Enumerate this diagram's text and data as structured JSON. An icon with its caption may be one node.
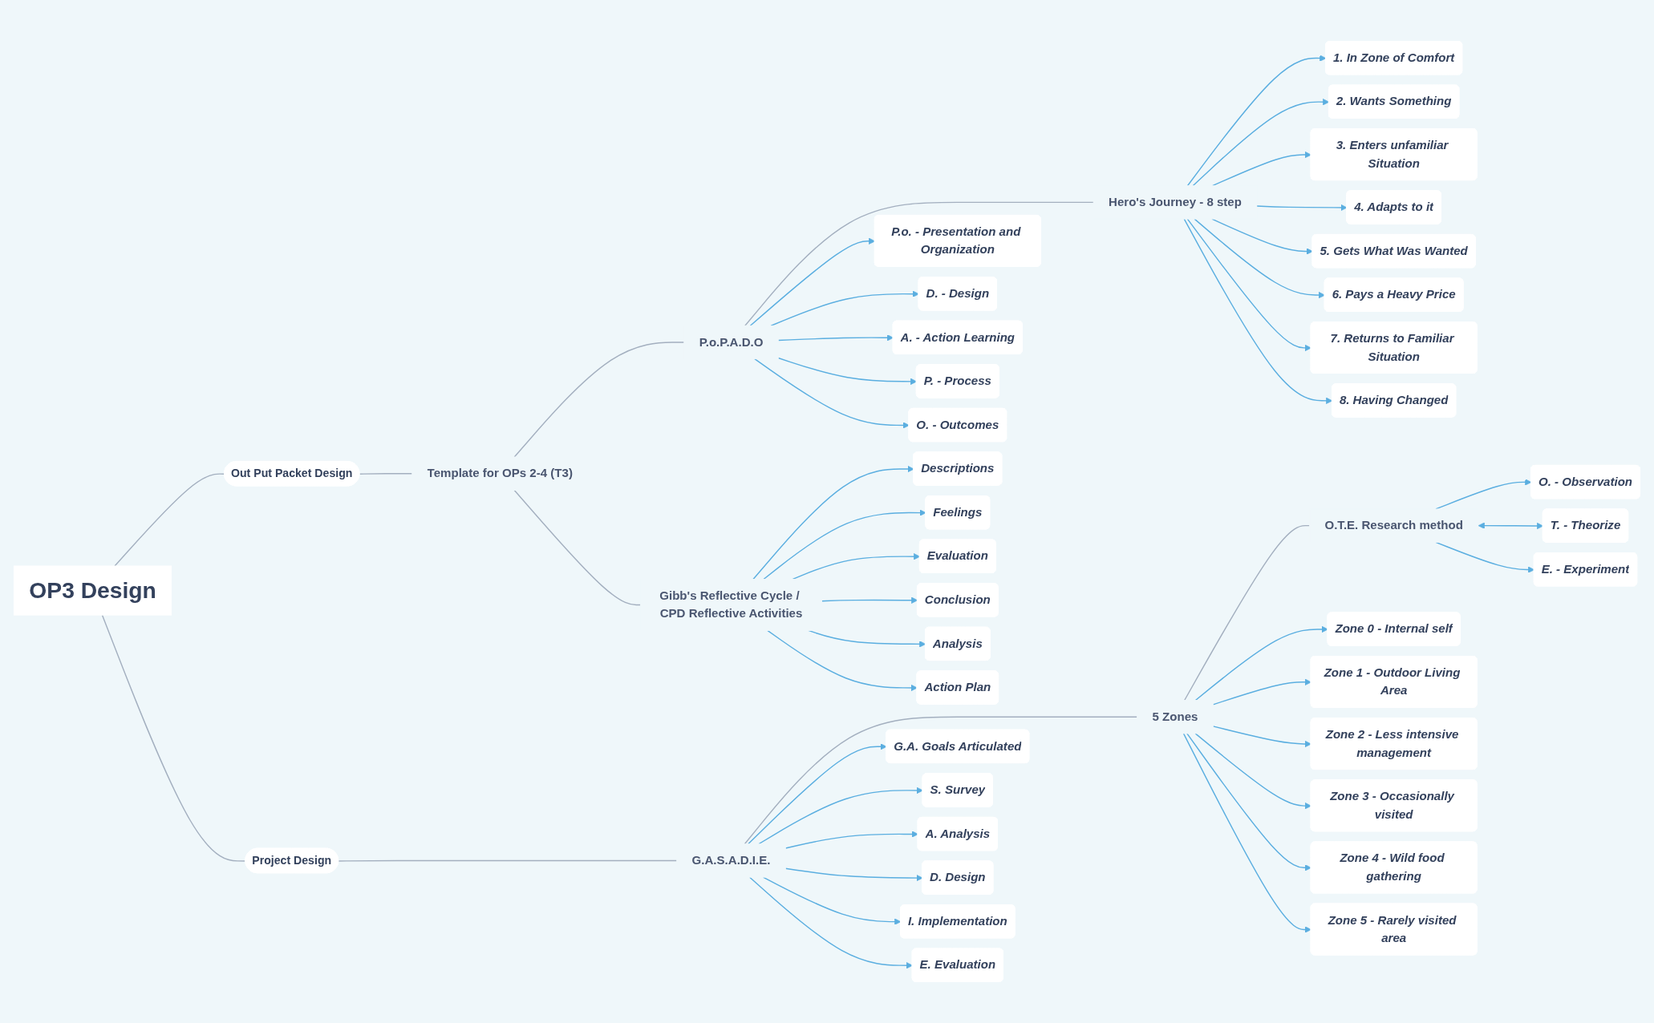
{
  "diagram": {
    "nodes": [
      {
        "text": [
          "OP3 Design"
        ]
      },
      {
        "text": [
          "Out Put Packet Design"
        ]
      },
      {
        "text": [
          "Project Design"
        ]
      },
      {
        "text": [
          "Template for OPs 2-4 (T3)"
        ]
      },
      {
        "text": [
          "P.o.P.A.D.O"
        ]
      },
      {
        "text": [
          "Gibb's Reflective Cycle / CPD Reflective Activities"
        ]
      },
      {
        "text": [
          "Hero's Journey - 8 step"
        ]
      },
      {
        "text": [
          "P.o. - Presentation and Organization"
        ]
      },
      {
        "text": [
          "D. - Design"
        ]
      },
      {
        "text": [
          "A. - Action Learning"
        ]
      },
      {
        "text": [
          "P. - Process"
        ]
      },
      {
        "text": [
          "O. - Outcomes"
        ]
      },
      {
        "text": [
          "1. In Zone of Comfort"
        ]
      },
      {
        "text": [
          "2. Wants Something"
        ]
      },
      {
        "text": [
          "3. Enters unfamiliar Situation"
        ]
      },
      {
        "text": [
          "4. Adapts to it"
        ]
      },
      {
        "text": [
          "5. Gets What Was Wanted"
        ]
      },
      {
        "text": [
          "6. Pays a Heavy Price"
        ]
      },
      {
        "text": [
          "7. Returns to Familiar Situation"
        ]
      },
      {
        "text": [
          "8. Having Changed"
        ]
      },
      {
        "text": [
          "Descriptions"
        ]
      },
      {
        "text": [
          "Feelings"
        ]
      },
      {
        "text": [
          "Evaluation"
        ]
      },
      {
        "text": [
          "Conclusion"
        ]
      },
      {
        "text": [
          "Analysis"
        ]
      },
      {
        "text": [
          "Action Plan"
        ]
      },
      {
        "text": [
          "G.A.S.A.D.I.E."
        ]
      },
      {
        "text": [
          "5 Zones"
        ]
      },
      {
        "text": [
          "O.T.E. Research method"
        ]
      },
      {
        "text": [
          "G.A. Goals Articulated"
        ]
      },
      {
        "text": [
          "S. Survey"
        ]
      },
      {
        "text": [
          "A. Analysis"
        ]
      },
      {
        "text": [
          "D. Design"
        ]
      },
      {
        "text": [
          "I. Implementation"
        ]
      },
      {
        "text": [
          "E. Evaluation"
        ]
      },
      {
        "text": [
          "Zone 0 - Internal self"
        ]
      },
      {
        "text": [
          "Zone 1 - Outdoor Living Area"
        ]
      },
      {
        "text": [
          "Zone 2 - Less intensive management"
        ]
      },
      {
        "text": [
          "Zone 3 - Occasionally visited"
        ]
      },
      {
        "text": [
          "Zone 4 - Wild food gathering"
        ]
      },
      {
        "text": [
          "Zone 5 - Rarely visited area"
        ]
      },
      {
        "text": [
          "O. - Observation"
        ]
      },
      {
        "text": [
          "T. - Theorize"
        ]
      },
      {
        "text": [
          "E. - Experiment"
        ]
      }
    ],
    "edges": [
      {
        "from": 0,
        "to": 1,
        "arrow": "none",
        "color": "#a3afbf"
      },
      {
        "from": 0,
        "to": 2,
        "arrow": "none",
        "color": "#a3afbf"
      },
      {
        "from": 1,
        "to": 3,
        "arrow": "none",
        "color": "#a3afbf"
      },
      {
        "from": 3,
        "to": 4,
        "arrow": "none",
        "color": "#a3afbf"
      },
      {
        "from": 3,
        "to": 5,
        "arrow": "none",
        "color": "#a3afbf"
      },
      {
        "from": 4,
        "to": 6,
        "arrow": "none",
        "color": "#a3afbf"
      },
      {
        "from": 4,
        "to": 7,
        "arrow": "to"
      },
      {
        "from": 4,
        "to": 8,
        "arrow": "to"
      },
      {
        "from": 4,
        "to": 9,
        "arrow": "to"
      },
      {
        "from": 4,
        "to": 10,
        "arrow": "to"
      },
      {
        "from": 4,
        "to": 11,
        "arrow": "to"
      },
      {
        "from": 6,
        "to": 12,
        "arrow": "to"
      },
      {
        "from": 6,
        "to": 13,
        "arrow": "to"
      },
      {
        "from": 6,
        "to": 14,
        "arrow": "to"
      },
      {
        "from": 6,
        "to": 15,
        "arrow": "to"
      },
      {
        "from": 6,
        "to": 16,
        "arrow": "to"
      },
      {
        "from": 6,
        "to": 17,
        "arrow": "to"
      },
      {
        "from": 6,
        "to": 18,
        "arrow": "to"
      },
      {
        "from": 6,
        "to": 19,
        "arrow": "to"
      },
      {
        "from": 5,
        "to": 20,
        "arrow": "to"
      },
      {
        "from": 5,
        "to": 21,
        "arrow": "to"
      },
      {
        "from": 5,
        "to": 22,
        "arrow": "to"
      },
      {
        "from": 5,
        "to": 23,
        "arrow": "to"
      },
      {
        "from": 5,
        "to": 24,
        "arrow": "to"
      },
      {
        "from": 5,
        "to": 25,
        "arrow": "to"
      },
      {
        "from": 2,
        "to": 26,
        "arrow": "none",
        "color": "#a3afbf"
      },
      {
        "from": 26,
        "to": 27,
        "arrow": "none",
        "color": "#a3afbf"
      },
      {
        "from": 27,
        "to": 28,
        "arrow": "none",
        "color": "#a3afbf"
      },
      {
        "from": 26,
        "to": 29,
        "arrow": "to"
      },
      {
        "from": 26,
        "to": 30,
        "arrow": "to"
      },
      {
        "from": 26,
        "to": 31,
        "arrow": "to"
      },
      {
        "from": 26,
        "to": 32,
        "arrow": "to"
      },
      {
        "from": 26,
        "to": 33,
        "arrow": "to"
      },
      {
        "from": 26,
        "to": 34,
        "arrow": "to"
      },
      {
        "from": 27,
        "to": 35,
        "arrow": "to"
      },
      {
        "from": 27,
        "to": 36,
        "arrow": "to"
      },
      {
        "from": 27,
        "to": 37,
        "arrow": "to"
      },
      {
        "from": 27,
        "to": 38,
        "arrow": "to"
      },
      {
        "from": 27,
        "to": 39,
        "arrow": "to"
      },
      {
        "from": 27,
        "to": 40,
        "arrow": "to"
      },
      {
        "from": 28,
        "to": 41,
        "arrow": "to"
      },
      {
        "from": 28,
        "to": 42,
        "arrow": "both"
      },
      {
        "from": 28,
        "to": 43,
        "arrow": "to"
      }
    ]
  }
}
